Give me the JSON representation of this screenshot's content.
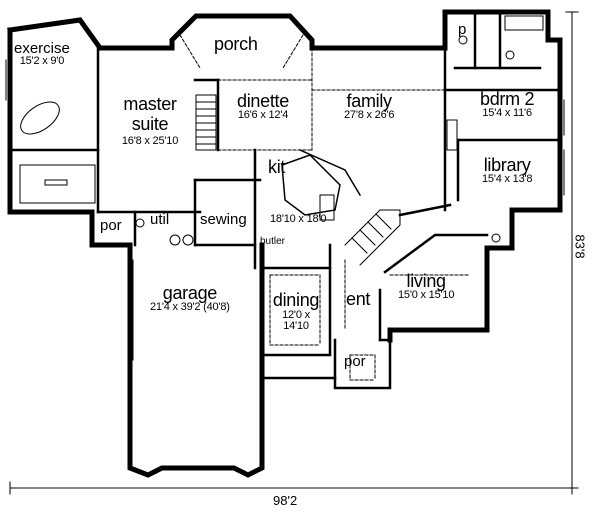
{
  "rooms": [
    {
      "name": "exercise",
      "size": "15'2 x 9'0"
    },
    {
      "name": "porch",
      "size": ""
    },
    {
      "name": "master suite",
      "size": "16'8 x 25'10"
    },
    {
      "name": "dinette",
      "size": "16'6 x 12'4"
    },
    {
      "name": "family",
      "size": "27'8 x 26'6"
    },
    {
      "name": "p",
      "size": ""
    },
    {
      "name": "bdrm 2",
      "size": "15'4 x 11'6"
    },
    {
      "name": "library",
      "size": "15'4 x 13'8"
    },
    {
      "name": "kit",
      "size": "18'10 x 18'0"
    },
    {
      "name": "por",
      "size": ""
    },
    {
      "name": "util",
      "size": ""
    },
    {
      "name": "sewing",
      "size": ""
    },
    {
      "name": "butler",
      "size": ""
    },
    {
      "name": "garage",
      "size": "21'4 x 39'2 (40'8)"
    },
    {
      "name": "dining",
      "size": "12'0 x 14'10"
    },
    {
      "name": "ent",
      "size": ""
    },
    {
      "name": "living",
      "size": "15'0 x 15'10"
    },
    {
      "name": "por",
      "size": ""
    }
  ],
  "dimensions": {
    "width": "98'2",
    "depth": "83'8"
  }
}
